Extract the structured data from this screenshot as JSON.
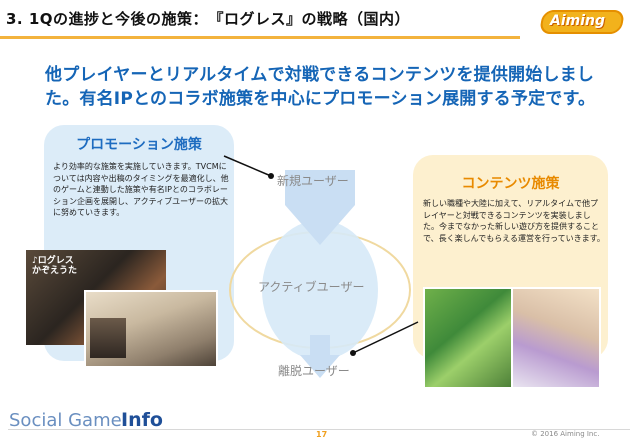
{
  "slide": {
    "title": "3. 1Qの進捗と今後の施策：　『ログレス』の戦略（国内）",
    "logo_text": "Aiming",
    "headline_line1": "他プレイヤーとリアルタイムで対戦できるコンテンツを提供開始しまし",
    "headline_line2": "た。有名IPとのコラボ施策を中心にプロモーション展開する予定です。"
  },
  "promotion": {
    "title": "プロモーション施策",
    "body": "より効率的な施策を実施していきます。TVCMについては内容や出稿のタイミングを最適化し、他のゲームと連動した施策や有名IPとのコラボレーション企画を展開し、アクティブユーザーの拡大に努めていきます。",
    "photo_caption": "♪ログレス\nかぞえうた"
  },
  "funnel": {
    "new_users": "新規ユーザー",
    "active_users": "アクティブユーザー",
    "churned_users": "離脱ユーザー"
  },
  "content": {
    "title": "コンテンツ施策",
    "body": "新しい職種や大陸に加えて、リアルタイムで他プレイヤーと対戦できるコンテンツを実装しました。今までなかった新しい遊び方を提供することで、長く楽しんでもらえる運営を行っていきます。"
  },
  "footer": {
    "brand_part1": "Social Game",
    "brand_part2": "Info",
    "page_number": "17",
    "copyright": "© 2016 Aiming Inc."
  },
  "colors": {
    "accent_orange": "#f3b33d",
    "headline_blue": "#1565b6",
    "promo_bg": "#dcecf8",
    "content_bg": "#fdf0cf"
  }
}
